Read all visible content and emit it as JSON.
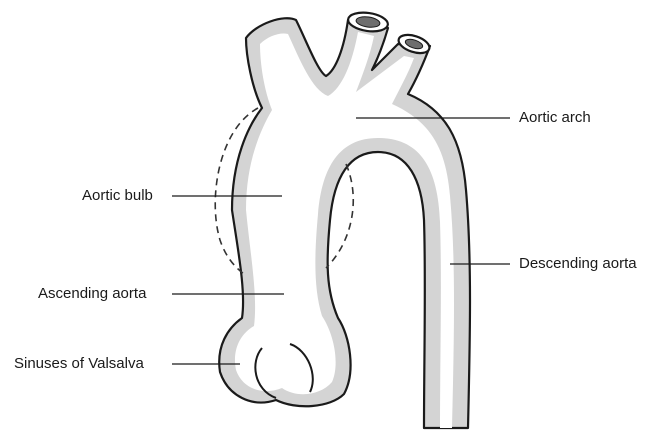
{
  "labels": {
    "aortic_arch": "Aortic arch",
    "aortic_bulb": "Aortic bulb",
    "ascending_aorta": "Ascending aorta",
    "descending_aorta": "Descending aorta",
    "sinuses_of_valsalva": "Sinuses of Valsalva"
  },
  "colors": {
    "outline": "#1a1a1a",
    "wall_fill": "#d4d4d4",
    "lumen_fill": "#ffffff",
    "vessel_opening": "#6e6e6e",
    "dashed_outline": "#333333"
  }
}
